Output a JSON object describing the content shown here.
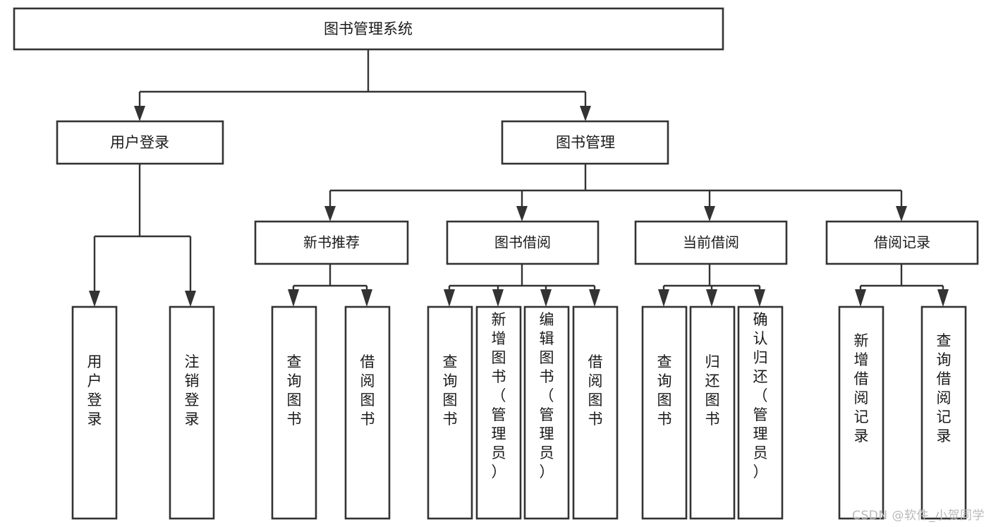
{
  "diagram": {
    "type": "tree-hierarchy-chart",
    "title": "图书管理系统",
    "watermark": "CSDN @软件_小贺同学",
    "colors": {
      "box_stroke": "#333333",
      "box_fill": "#ffffff",
      "text": "#1a1a1a",
      "watermark": "#b9b9b9",
      "background": "#ffffff"
    },
    "root": {
      "id": "root",
      "label": "图书管理系统"
    },
    "level2": [
      {
        "id": "user-login",
        "label": "用户登录"
      },
      {
        "id": "book-manage",
        "label": "图书管理"
      }
    ],
    "level3": [
      {
        "id": "new-book-recommend",
        "label": "新书推荐",
        "parent": "book-manage"
      },
      {
        "id": "book-borrow",
        "label": "图书借阅",
        "parent": "book-manage"
      },
      {
        "id": "current-borrow",
        "label": "当前借阅",
        "parent": "book-manage"
      },
      {
        "id": "borrow-record",
        "label": "借阅记录",
        "parent": "book-manage"
      }
    ],
    "leaves": {
      "user-login": [
        {
          "id": "leaf-user-login",
          "label": "用户登录"
        },
        {
          "id": "leaf-logout-login",
          "label": "注销登录"
        }
      ],
      "new-book-recommend": [
        {
          "id": "leaf-query-book-1",
          "label": "查询图书"
        },
        {
          "id": "leaf-borrow-book-1",
          "label": "借阅图书"
        }
      ],
      "book-borrow": [
        {
          "id": "leaf-query-book-2",
          "label": "查询图书"
        },
        {
          "id": "leaf-add-book-admin",
          "label": "新增图书（管理员）"
        },
        {
          "id": "leaf-edit-book-admin",
          "label": "编辑图书（管理员）"
        },
        {
          "id": "leaf-borrow-book-2",
          "label": "借阅图书"
        }
      ],
      "current-borrow": [
        {
          "id": "leaf-query-book-3",
          "label": "查询图书"
        },
        {
          "id": "leaf-return-book",
          "label": "归还图书"
        },
        {
          "id": "leaf-confirm-return-admin",
          "label": "确认归还（管理员）"
        }
      ],
      "borrow-record": [
        {
          "id": "leaf-add-borrow-record",
          "label": "新增借阅记录"
        },
        {
          "id": "leaf-query-borrow-record",
          "label": "查询借阅记录"
        }
      ]
    }
  }
}
